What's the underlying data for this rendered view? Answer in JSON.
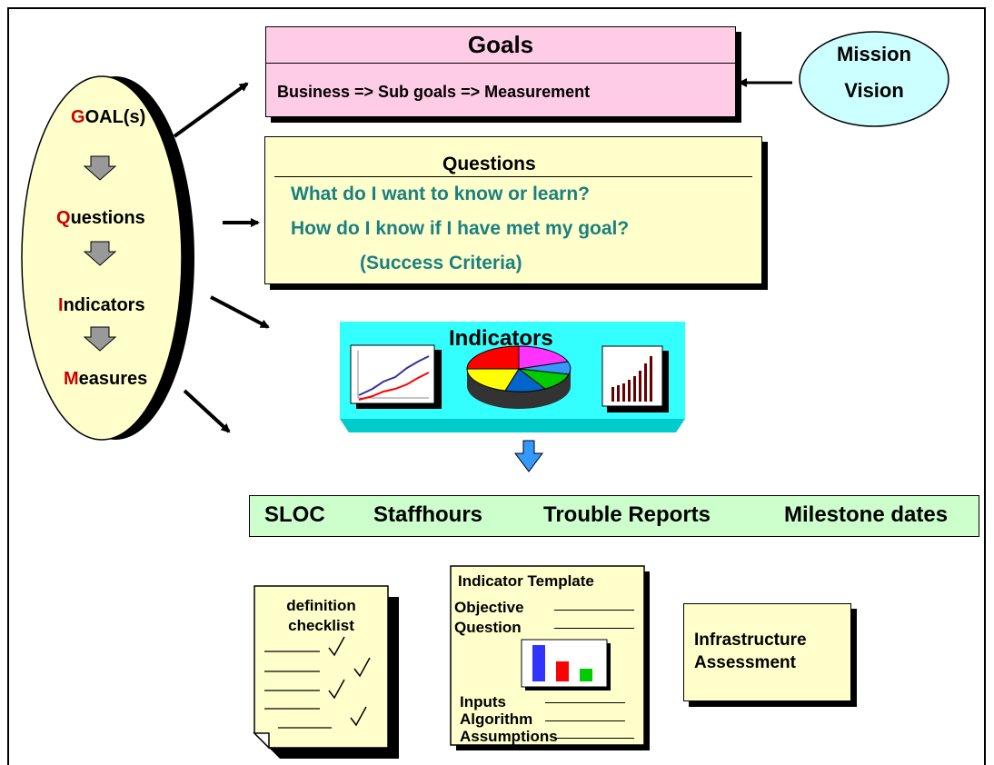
{
  "goal_oval": {
    "items": [
      {
        "initial": "G",
        "rest": "OAL(s)"
      },
      {
        "initial": "Q",
        "rest": "uestions"
      },
      {
        "initial": "I",
        "rest": "ndicators"
      },
      {
        "initial": "M",
        "rest": "easures"
      }
    ]
  },
  "goals_box": {
    "title": "Goals",
    "subtitle": "Business => Sub goals => Measurement"
  },
  "mission": {
    "line1": "Mission",
    "line2": "Vision"
  },
  "questions_box": {
    "title": "Questions",
    "lines": [
      "What do I want to know or learn?",
      "How do I know if I have met my goal?",
      "(Success Criteria)"
    ]
  },
  "indicators_panel": {
    "title": "Indicators"
  },
  "measures_bar": {
    "items": [
      "SLOC",
      "Staffhours",
      "Trouble Reports",
      "Milestone dates"
    ]
  },
  "checklist": {
    "line1": "definition",
    "line2": "checklist"
  },
  "template": {
    "title": "Indicator Template",
    "fields_top": [
      "Objective",
      "Question"
    ],
    "fields_bottom": [
      "Inputs",
      "Algorithm",
      "Assumptions"
    ]
  },
  "infrastructure": {
    "line1": "Infrastructure",
    "line2": "Assessment"
  },
  "colors": {
    "goals_fill": "#ffcce6",
    "yellow_fill": "#ffffcc",
    "teal_text": "#1a8080",
    "cyan_panel": "#33ffff",
    "green_bar": "#ccffcc",
    "accent_red": "#cc0000",
    "mission_fill": "#ccffff"
  }
}
